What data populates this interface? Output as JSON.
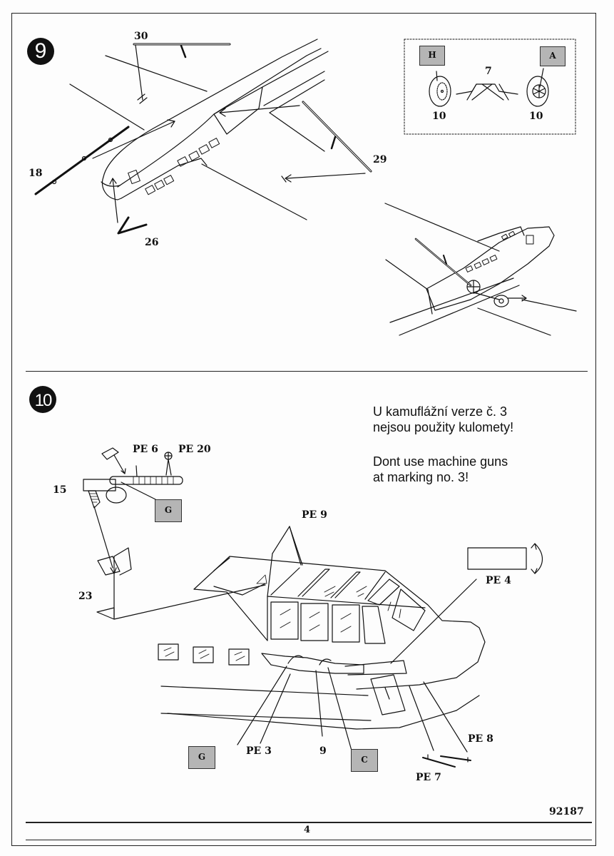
{
  "document": {
    "catalog_number": "92187",
    "page_number": "4"
  },
  "step9": {
    "number": "9",
    "parts": {
      "p30": "30",
      "p18": "18",
      "p26": "26",
      "p29": "29"
    },
    "inset": {
      "part_axle": "7",
      "part_wheel_left": "10",
      "part_wheel_right": "10",
      "paint_left": "H",
      "paint_right": "A"
    }
  },
  "step10": {
    "number": "10",
    "note_cz_line1": "U kamuflážní verze č. 3",
    "note_cz_line2": "nejsou použity kulomety!",
    "note_en_line1": "Dont use machine guns",
    "note_en_line2": "at marking no. 3!",
    "parts": {
      "pe6": "PE 6",
      "pe20": "PE 20",
      "p15": "15",
      "p23": "23",
      "pe9": "PE 9",
      "pe4": "PE 4",
      "pe3": "PE 3",
      "p9": "9",
      "pe8": "PE 8",
      "pe7": "PE 7"
    },
    "paint": {
      "gun": "G",
      "lower_left": "G",
      "lower_right": "C"
    }
  }
}
